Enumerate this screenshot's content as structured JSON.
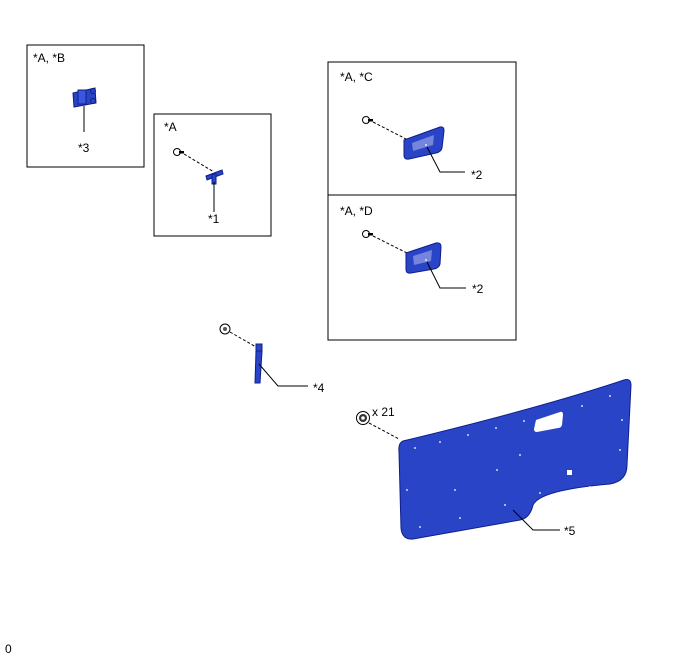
{
  "labels": {
    "box_a_b": "*A, *B",
    "box_a": "*A",
    "box_a_c": "*A, *C",
    "box_a_d": "*A, *D",
    "callout_3": "*3",
    "callout_1": "*1",
    "callout_2_upper": "*2",
    "callout_2_lower": "*2",
    "callout_4": "*4",
    "callout_5": "*5",
    "quantity_clips": "x 21",
    "corner_mark": "0"
  },
  "colors": {
    "part_fill": "#2a44c8",
    "part_stroke": "#0d1f8a"
  }
}
